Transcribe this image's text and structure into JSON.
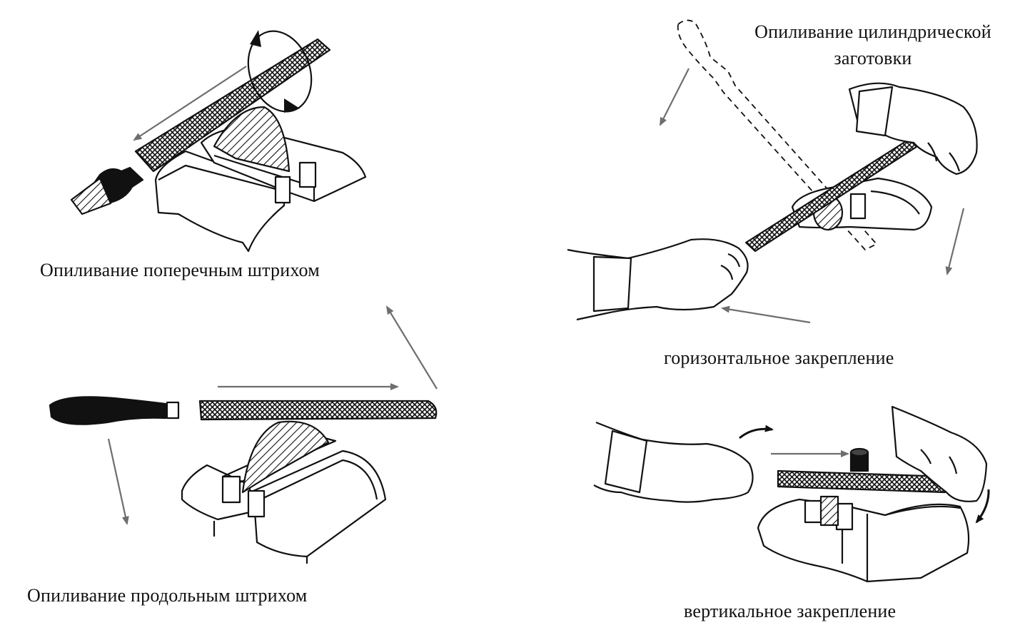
{
  "panels": {
    "cross_stroke": {
      "caption": "Опиливание поперечным штрихом"
    },
    "longitudinal_stroke": {
      "caption": "Опиливание продольным штрихом"
    },
    "cylindrical": {
      "caption_line1": "Опиливание цилиндрической",
      "caption_line2": "заготовки"
    },
    "horizontal": {
      "caption": "горизонтальное закрепление"
    },
    "vertical": {
      "caption": "вертикальное закрепление"
    }
  },
  "colors": {
    "ink": "#111111",
    "arrow": "#6e6e6e",
    "paper": "#ffffff"
  }
}
